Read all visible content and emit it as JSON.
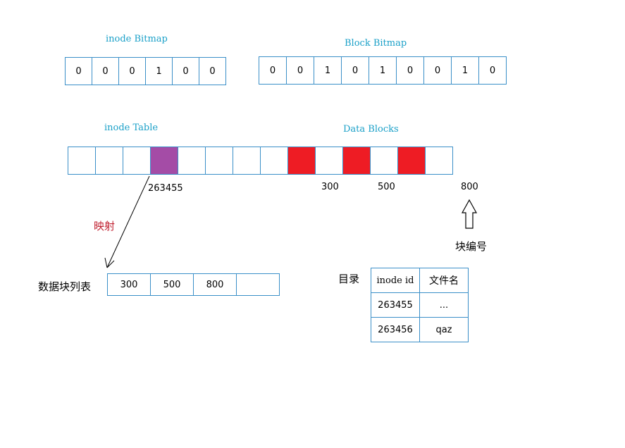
{
  "inode_bitmap": {
    "title": "inode Bitmap",
    "bits": [
      "0",
      "0",
      "0",
      "1",
      "0",
      "0"
    ]
  },
  "block_bitmap": {
    "title": "Block Bitmap",
    "bits": [
      "0",
      "0",
      "1",
      "0",
      "1",
      "0",
      "0",
      "1",
      "0"
    ]
  },
  "inode_table": {
    "title": "inode Table",
    "inode_label": "263455"
  },
  "data_blocks": {
    "title": "Data Blocks",
    "block_labels": [
      "300",
      "500",
      "800"
    ],
    "block_number_label": "块编号"
  },
  "colors": {
    "inode_fill": "#a44ca6",
    "block_fill": "#ee1c24",
    "border": "#3a8fc8",
    "title": "#1aa0c8"
  },
  "mapping_label": "映射",
  "block_list": {
    "label": "数据块列表",
    "entries": [
      "300",
      "500",
      "800",
      ""
    ]
  },
  "directory": {
    "label": "目录",
    "headers": [
      "inode id",
      "文件名"
    ],
    "rows": [
      [
        "263455",
        "..."
      ],
      [
        "263456",
        "qaz"
      ]
    ]
  }
}
